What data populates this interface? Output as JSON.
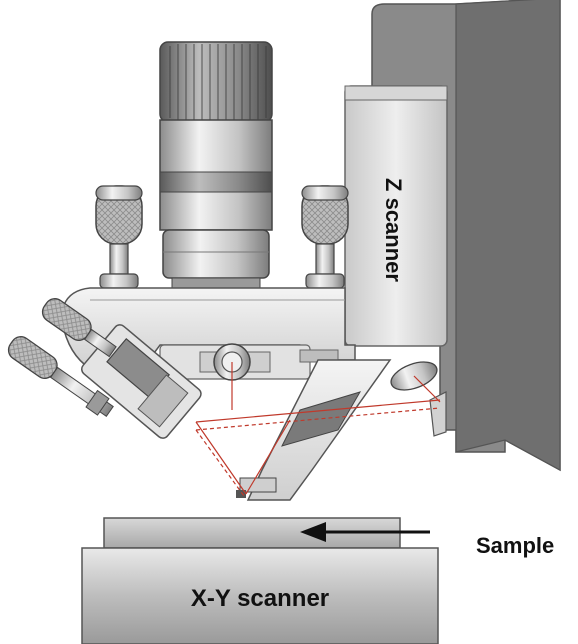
{
  "labels": {
    "z_scanner": "Z scanner",
    "sample": "Sample",
    "xy_scanner": "X-Y scanner"
  },
  "colors": {
    "laser": "#c0392b",
    "frame_dark": "#7a7a7a",
    "metal_light": "#e6e6e6",
    "metal_mid": "#bdbdbd",
    "outline": "#555555"
  }
}
